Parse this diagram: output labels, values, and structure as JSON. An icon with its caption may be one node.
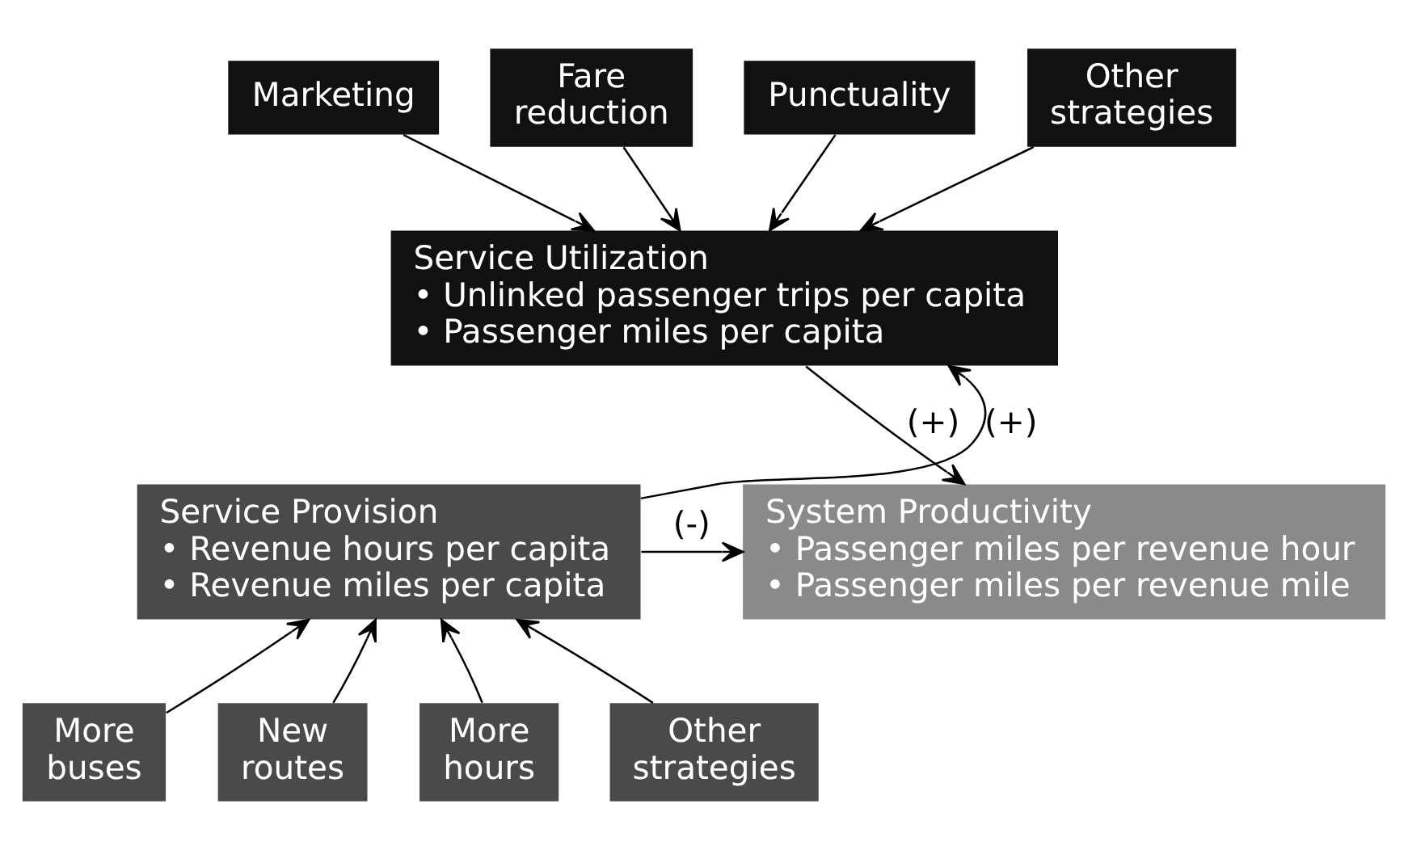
{
  "diagram": {
    "nodes": [
      {
        "text": [
          "Marketing"
        ]
      },
      {
        "text": [
          "Fare reduction"
        ]
      },
      {
        "text": [
          "Punctuality"
        ]
      },
      {
        "text": [
          "Other strategies"
        ]
      },
      {
        "text": [
          "Service Utilization",
          "• Unlinked passenger trips per capita",
          "• Passenger miles per capita"
        ]
      },
      {
        "text": [
          "Service Provision",
          "• Revenue hours per capita",
          "• Revenue miles per capita"
        ]
      },
      {
        "text": [
          "System Productivity",
          "• Passenger miles per revenue hour",
          "• Passenger miles per revenue mile"
        ]
      },
      {
        "text": [
          "More buses"
        ]
      },
      {
        "text": [
          "New routes"
        ]
      },
      {
        "text": [
          "More hours"
        ]
      },
      {
        "text": [
          "Other strategies"
        ]
      }
    ],
    "edges": [
      {
        "from": 0,
        "to": 4,
        "arrow": "to"
      },
      {
        "from": 1,
        "to": 4,
        "arrow": "to"
      },
      {
        "from": 2,
        "to": 4,
        "arrow": "to"
      },
      {
        "from": 3,
        "to": 4,
        "arrow": "to"
      },
      {
        "from": 5,
        "to": 4,
        "arrow": "to",
        "label": "(+)"
      },
      {
        "from": 4,
        "to": 6,
        "arrow": "to",
        "label": "(+)"
      },
      {
        "from": 5,
        "to": 6,
        "arrow": "to",
        "label": "(-)"
      },
      {
        "from": 7,
        "to": 5,
        "arrow": "to"
      },
      {
        "from": 8,
        "to": 5,
        "arrow": "to"
      },
      {
        "from": 9,
        "to": 5,
        "arrow": "to"
      },
      {
        "from": 10,
        "to": 5,
        "arrow": "to"
      }
    ]
  }
}
